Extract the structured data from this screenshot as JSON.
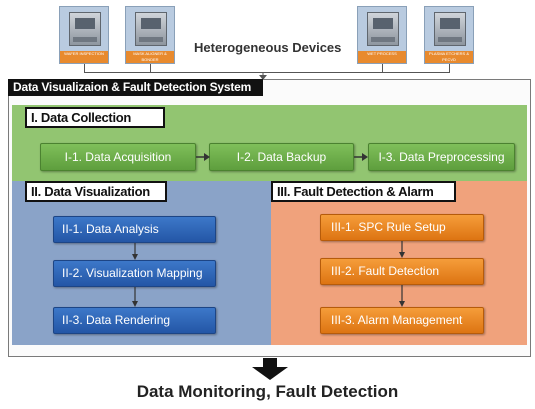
{
  "devices": [
    {
      "label": "WAFER INSPECTION"
    },
    {
      "label": "MASK ALIGNER & BONDER"
    },
    {
      "label": "WET PROCESS"
    },
    {
      "label": "PLASMA ETCHERS & PECVD"
    }
  ],
  "heterogeneous_label": "Heterogeneous Devices",
  "system_title": "Data Visualizaion & Fault Detection System",
  "collection": {
    "title": "I. Data Collection",
    "steps": [
      "I-1. Data Acquisition",
      "I-2. Data Backup",
      "I-3. Data Preprocessing"
    ]
  },
  "visualization": {
    "title": "II. Data Visualization",
    "steps": [
      "II-1. Data Analysis",
      "II-2. Visualization Mapping",
      "II-3. Data Rendering"
    ]
  },
  "fault": {
    "title": "III. Fault Detection & Alarm",
    "steps": [
      "III-1. SPC Rule Setup",
      "III-2. Fault Detection",
      "III-3. Alarm Management"
    ]
  },
  "output_label": "Data Monitoring, Fault Detection",
  "colors": {
    "green_panel": "#92c571",
    "blue_panel": "#8aa3c8",
    "orange_panel": "#f0a27c"
  }
}
